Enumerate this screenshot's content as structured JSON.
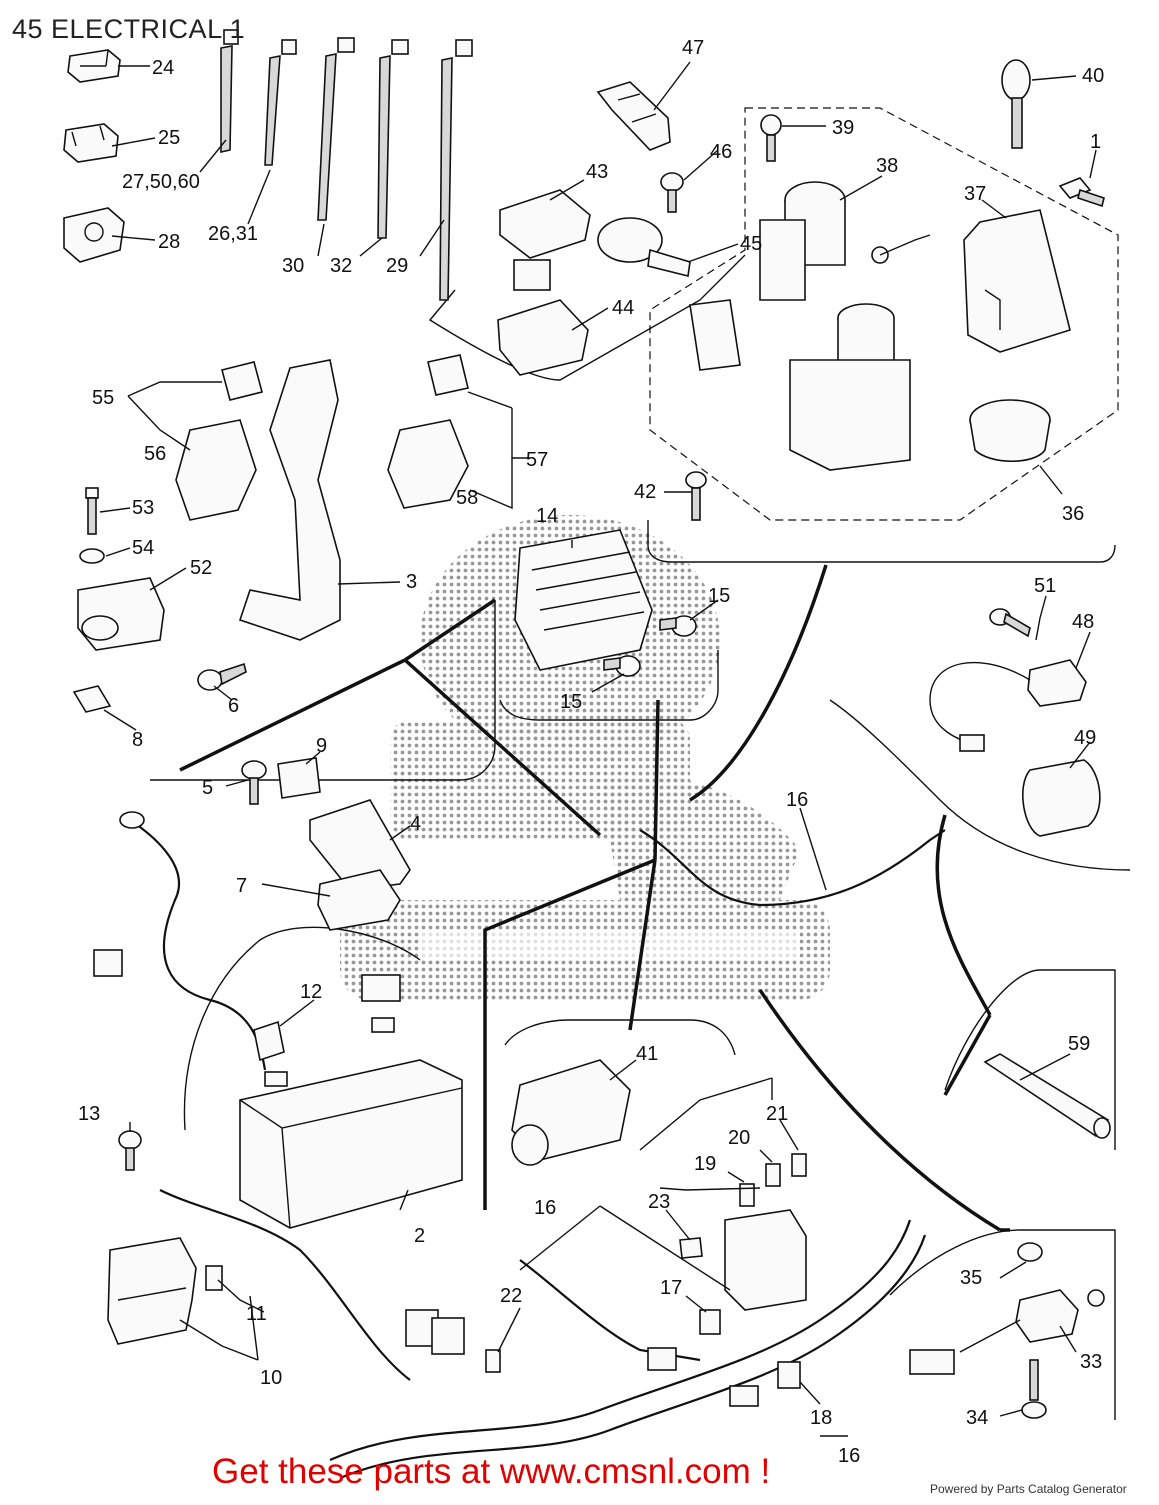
{
  "page_title": "45 ELECTRICAL 1",
  "cta_text": "Get these parts at www.cmsnl.com !",
  "powered_by": "Powered by Parts Catalog Generator",
  "callouts": [
    {
      "id": "c24",
      "text": "24"
    },
    {
      "id": "c25",
      "text": "25"
    },
    {
      "id": "c27",
      "text": "27,50,60"
    },
    {
      "id": "c28",
      "text": "28"
    },
    {
      "id": "c26",
      "text": "26,31"
    },
    {
      "id": "c30",
      "text": "30"
    },
    {
      "id": "c32",
      "text": "32"
    },
    {
      "id": "c29",
      "text": "29"
    },
    {
      "id": "c47",
      "text": "47"
    },
    {
      "id": "c40",
      "text": "40"
    },
    {
      "id": "c39",
      "text": "39"
    },
    {
      "id": "c1",
      "text": "1"
    },
    {
      "id": "c46",
      "text": "46"
    },
    {
      "id": "c38",
      "text": "38"
    },
    {
      "id": "c43",
      "text": "43"
    },
    {
      "id": "c37",
      "text": "37"
    },
    {
      "id": "c45",
      "text": "45"
    },
    {
      "id": "c44",
      "text": "44"
    },
    {
      "id": "c55",
      "text": "55"
    },
    {
      "id": "c56",
      "text": "56"
    },
    {
      "id": "c57",
      "text": "57"
    },
    {
      "id": "c58",
      "text": "58"
    },
    {
      "id": "c42",
      "text": "42"
    },
    {
      "id": "c36",
      "text": "36"
    },
    {
      "id": "c53",
      "text": "53"
    },
    {
      "id": "c54",
      "text": "54"
    },
    {
      "id": "c52",
      "text": "52"
    },
    {
      "id": "c3",
      "text": "3"
    },
    {
      "id": "c14",
      "text": "14"
    },
    {
      "id": "c15a",
      "text": "15"
    },
    {
      "id": "c15b",
      "text": "15"
    },
    {
      "id": "c51",
      "text": "51"
    },
    {
      "id": "c48",
      "text": "48"
    },
    {
      "id": "c6",
      "text": "6"
    },
    {
      "id": "c8",
      "text": "8"
    },
    {
      "id": "c49",
      "text": "49"
    },
    {
      "id": "c9",
      "text": "9"
    },
    {
      "id": "c5",
      "text": "5"
    },
    {
      "id": "c4",
      "text": "4"
    },
    {
      "id": "c16a",
      "text": "16"
    },
    {
      "id": "c7",
      "text": "7"
    },
    {
      "id": "c12",
      "text": "12"
    },
    {
      "id": "c59",
      "text": "59"
    },
    {
      "id": "c41",
      "text": "41"
    },
    {
      "id": "c13",
      "text": "13"
    },
    {
      "id": "c21",
      "text": "21"
    },
    {
      "id": "c20",
      "text": "20"
    },
    {
      "id": "c19",
      "text": "19"
    },
    {
      "id": "c2",
      "text": "2"
    },
    {
      "id": "c23",
      "text": "23"
    },
    {
      "id": "c16b",
      "text": "16"
    },
    {
      "id": "c35",
      "text": "35"
    },
    {
      "id": "c11",
      "text": "11"
    },
    {
      "id": "c22",
      "text": "22"
    },
    {
      "id": "c17",
      "text": "17"
    },
    {
      "id": "c33",
      "text": "33"
    },
    {
      "id": "c10",
      "text": "10"
    },
    {
      "id": "c34",
      "text": "34"
    },
    {
      "id": "c18",
      "text": "18"
    },
    {
      "id": "c16c",
      "text": "16"
    }
  ]
}
